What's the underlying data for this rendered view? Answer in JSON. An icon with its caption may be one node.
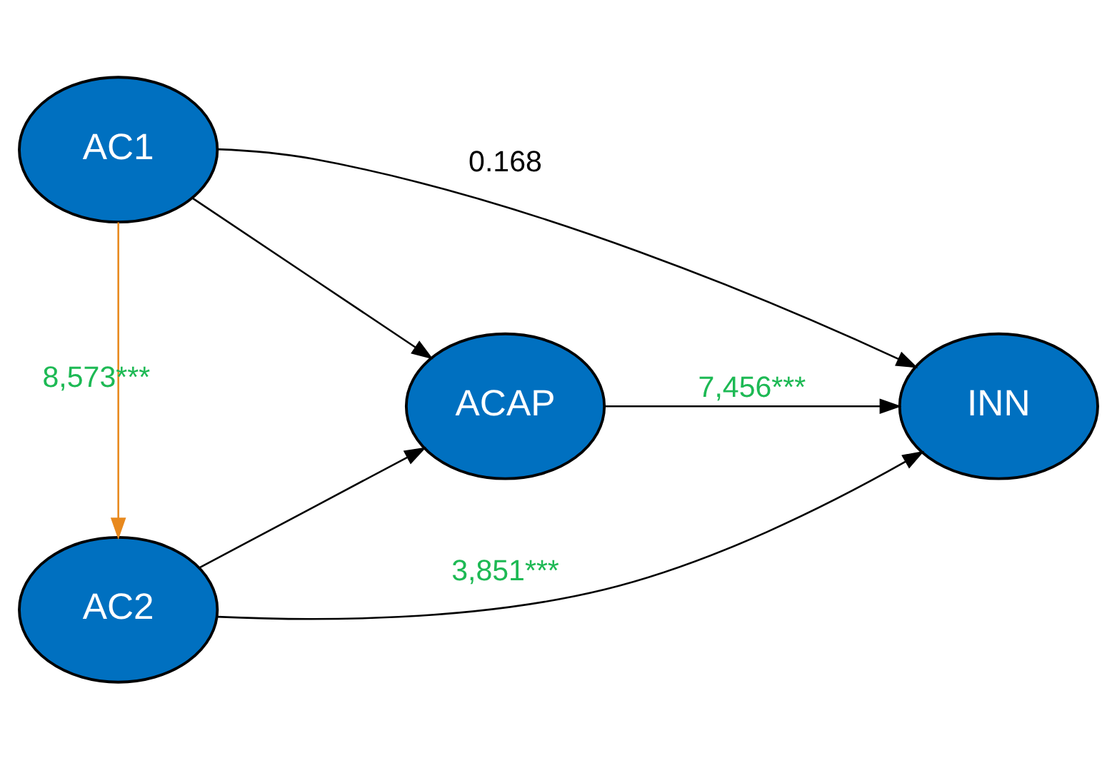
{
  "diagram": {
    "nodes": [
      {
        "text": [
          "AC1"
        ]
      },
      {
        "text": [
          "ACAP"
        ]
      },
      {
        "text": [
          "INN"
        ]
      },
      {
        "text": [
          "AC2"
        ]
      }
    ],
    "edges": [
      {
        "from": 0,
        "to": 2,
        "arrow": "to",
        "label": "0.168"
      },
      {
        "from": 0,
        "to": 1,
        "arrow": "to"
      },
      {
        "from": 0,
        "to": 3,
        "arrow": "to",
        "label": "8,573***",
        "color": "#e8891e"
      },
      {
        "from": 3,
        "to": 1,
        "arrow": "to"
      },
      {
        "from": 1,
        "to": 2,
        "arrow": "to",
        "label": "7,456***"
      },
      {
        "from": 3,
        "to": 2,
        "arrow": "to",
        "label": "3,851***"
      }
    ]
  }
}
